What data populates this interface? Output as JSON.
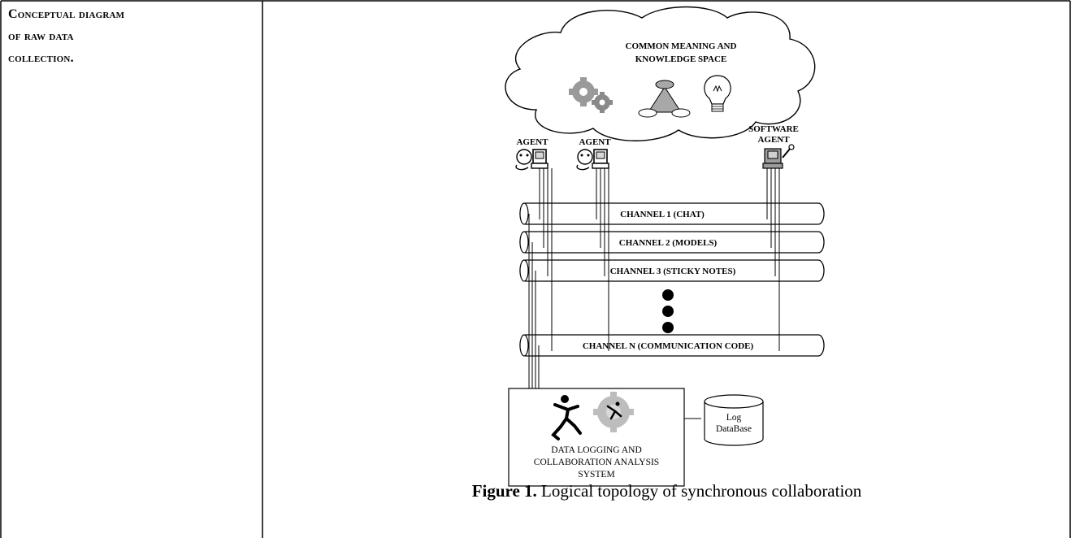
{
  "side_title": {
    "line1": "Conceptual diagram",
    "line2": "of raw data",
    "line3": "collection."
  },
  "cloud": {
    "title_line1": "COMMON MEANING AND",
    "title_line2": "KNOWLEDGE SPACE"
  },
  "agents": [
    {
      "label": "AGENT"
    },
    {
      "label": "AGENT"
    },
    {
      "label_line1": "SOFTWARE",
      "label_line2": "AGENT"
    }
  ],
  "channels": [
    {
      "label": "CHANNEL 1 (CHAT)"
    },
    {
      "label": "CHANNEL 2 (MODELS)"
    },
    {
      "label": "CHANNEL 3 (STICKY NOTES)"
    },
    {
      "label": "CHANNEL N (COMMUNICATION CODE)"
    }
  ],
  "logging_system": {
    "line1": "DATA LOGGING AND",
    "line2": "COLLABORATION ANALYSIS",
    "line3": "SYSTEM"
  },
  "database": {
    "line1": "Log",
    "line2": "DataBase"
  },
  "caption": {
    "label": "Figure 1.",
    "text": " Logical topology of synchronous collaboration"
  }
}
